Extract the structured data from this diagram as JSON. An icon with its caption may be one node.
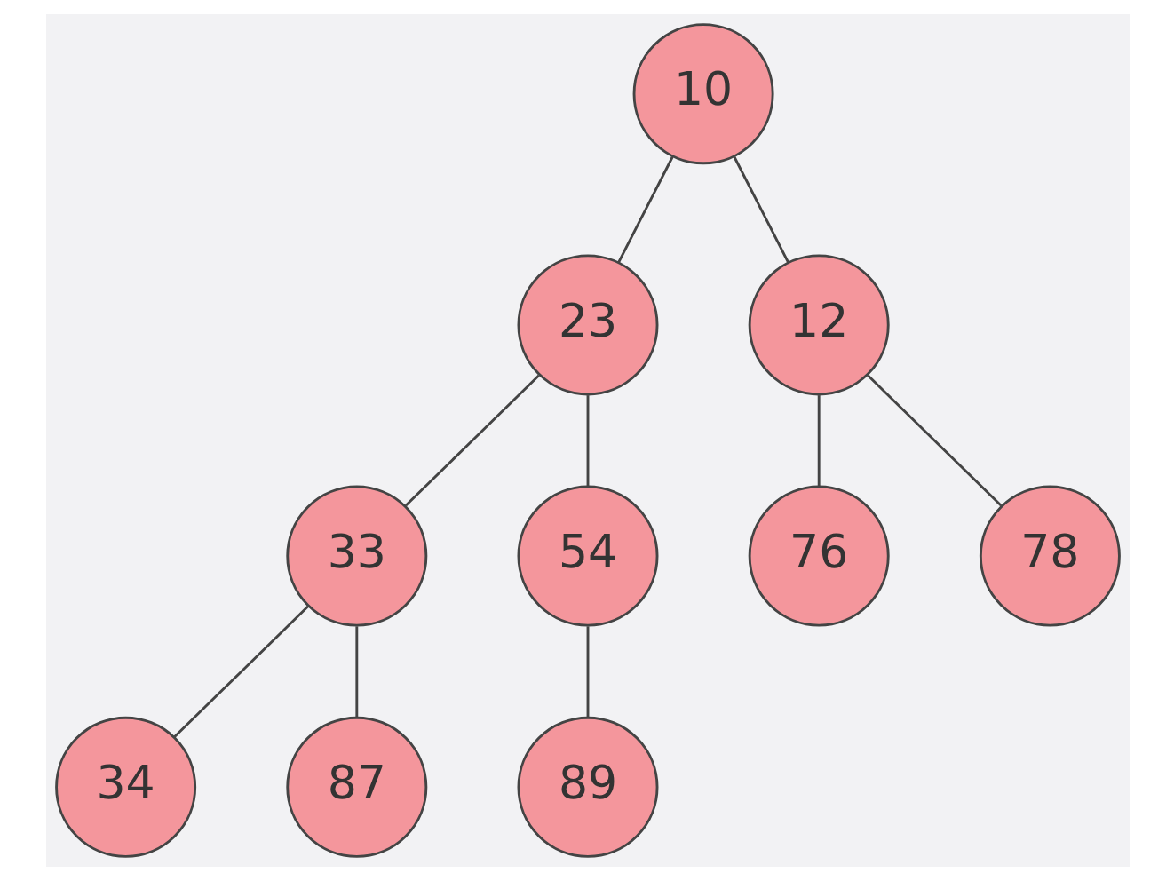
{
  "diagram": {
    "nodes": [
      {
        "text": [
          "10"
        ]
      },
      {
        "text": [
          "23"
        ]
      },
      {
        "text": [
          "12"
        ]
      },
      {
        "text": [
          "33"
        ]
      },
      {
        "text": [
          "54"
        ]
      },
      {
        "text": [
          "76"
        ]
      },
      {
        "text": [
          "78"
        ]
      },
      {
        "text": [
          "34"
        ]
      },
      {
        "text": [
          "87"
        ]
      },
      {
        "text": [
          "89"
        ]
      }
    ],
    "edges": [
      {
        "from": 0,
        "to": 1,
        "arrow": "none"
      },
      {
        "from": 0,
        "to": 2,
        "arrow": "none"
      },
      {
        "from": 1,
        "to": 3,
        "arrow": "none"
      },
      {
        "from": 1,
        "to": 4,
        "arrow": "none"
      },
      {
        "from": 2,
        "to": 5,
        "arrow": "none"
      },
      {
        "from": 2,
        "to": 6,
        "arrow": "none"
      },
      {
        "from": 3,
        "to": 7,
        "arrow": "none"
      },
      {
        "from": 3,
        "to": 8,
        "arrow": "none"
      },
      {
        "from": 4,
        "to": 9,
        "arrow": "none"
      }
    ]
  }
}
